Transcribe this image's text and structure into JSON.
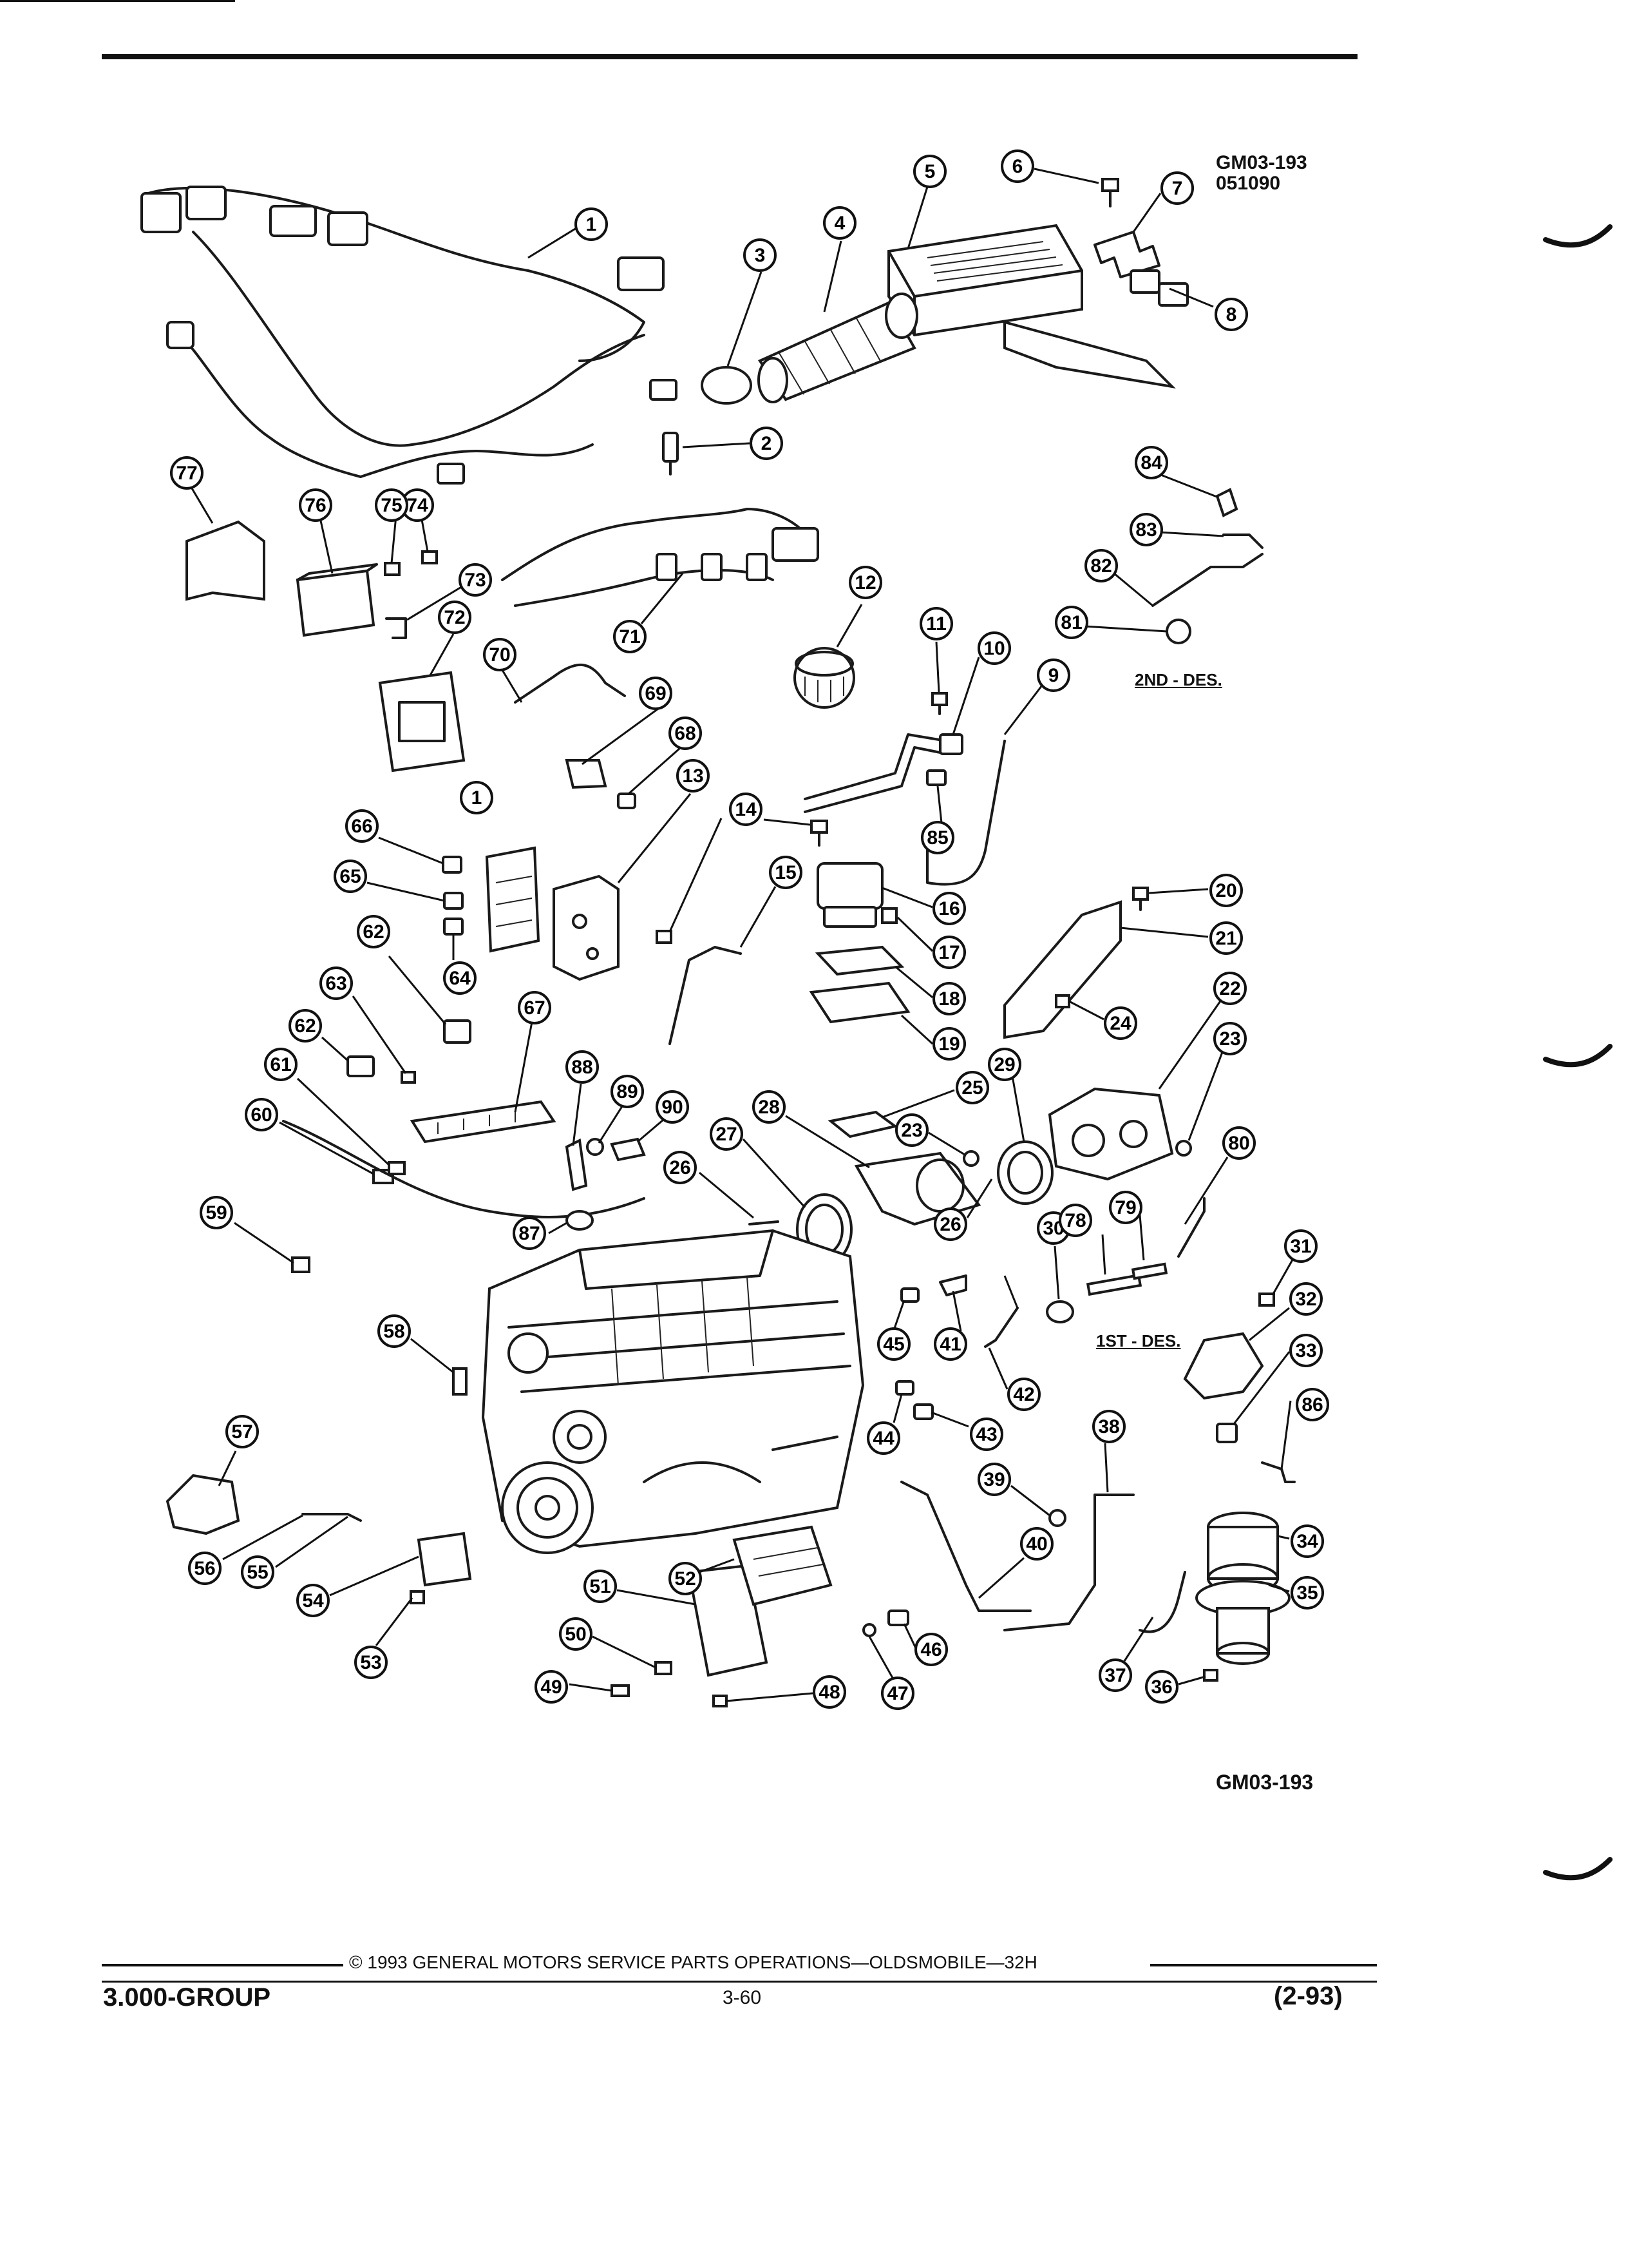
{
  "figure": {
    "code_top": "GM03-193",
    "date_code": "051090",
    "code_bottom": "GM03-193",
    "note_2nd": "2ND - DES.",
    "note_1st": "1ST - DES."
  },
  "callouts": [
    "1",
    "2",
    "3",
    "4",
    "5",
    "6",
    "7",
    "8",
    "9",
    "10",
    "11",
    "12",
    "13",
    "14",
    "15",
    "16",
    "17",
    "18",
    "19",
    "20",
    "21",
    "22",
    "23",
    "24",
    "25",
    "26",
    "27",
    "28",
    "29",
    "30",
    "31",
    "32",
    "33",
    "34",
    "35",
    "36",
    "37",
    "38",
    "39",
    "40",
    "41",
    "42",
    "43",
    "44",
    "45",
    "46",
    "47",
    "48",
    "49",
    "50",
    "51",
    "52",
    "53",
    "54",
    "55",
    "56",
    "57",
    "58",
    "59",
    "60",
    "61",
    "62",
    "63",
    "64",
    "65",
    "66",
    "67",
    "68",
    "69",
    "70",
    "71",
    "72",
    "73",
    "74",
    "75",
    "76",
    "77",
    "78",
    "79",
    "80",
    "81",
    "82",
    "83",
    "84",
    "85",
    "86",
    "87",
    "88",
    "89",
    "90"
  ],
  "footer": {
    "copyright": "© 1993 GENERAL MOTORS SERVICE PARTS OPERATIONS—OLDSMOBILE—32H",
    "group": "3.000-GROUP",
    "page_number": "3-60",
    "revision": "(2-93)"
  }
}
